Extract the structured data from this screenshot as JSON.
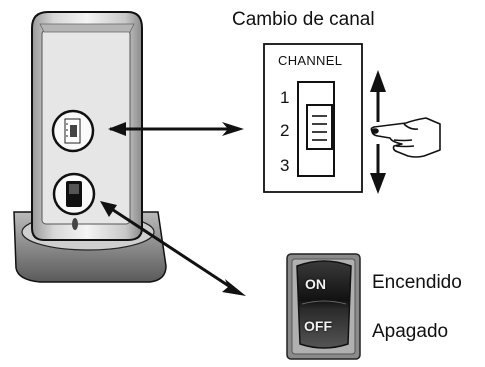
{
  "diagram": {
    "title": "Cambio de canal",
    "channel_switch": {
      "label": "CHANNEL",
      "positions": [
        "1",
        "2",
        "3"
      ]
    },
    "power_switch": {
      "on_text": "ON",
      "off_text": "OFF",
      "on_label": "Encendido",
      "off_label": "Apagado"
    },
    "icons": [
      "base-unit-icon",
      "hand-pointer-icon",
      "up-arrow-icon",
      "down-arrow-icon",
      "callout-arrow-icon"
    ]
  }
}
